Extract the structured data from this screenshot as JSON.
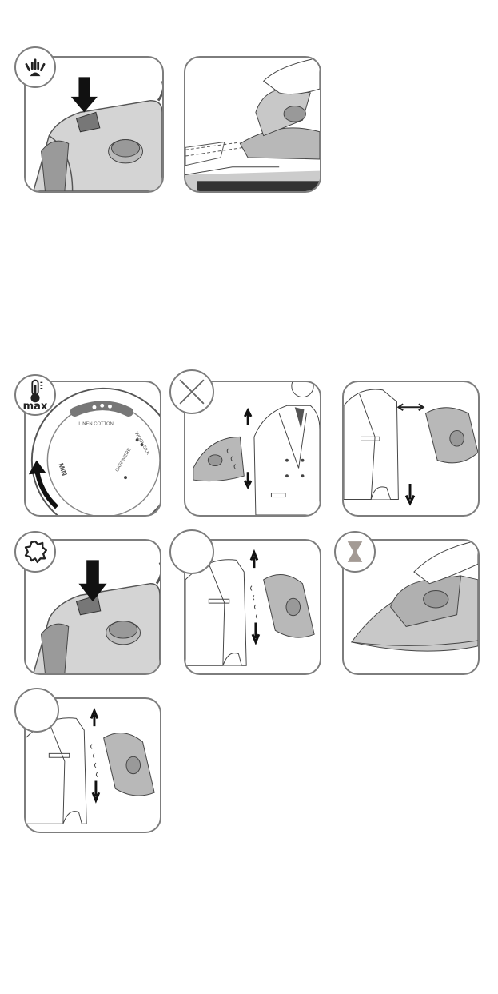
{
  "dial": {
    "linen_cotton": "LINEN COTTON",
    "wool_silk": "WOOL SILK",
    "min": "MIN",
    "cashmere": "CASHMERE"
  },
  "badges": {
    "max_label": "max"
  },
  "icons": {
    "steam_burst": "steam-burst-icon",
    "thermometer": "thermometer-icon",
    "crossed_circle": "prohibited-icon",
    "gear": "gear-icon",
    "hourglass": "hourglass-icon"
  },
  "colors": {
    "frame": "#7d7d7d",
    "iron_body": "#b8b8b8",
    "hourglass": "#a39a94"
  }
}
